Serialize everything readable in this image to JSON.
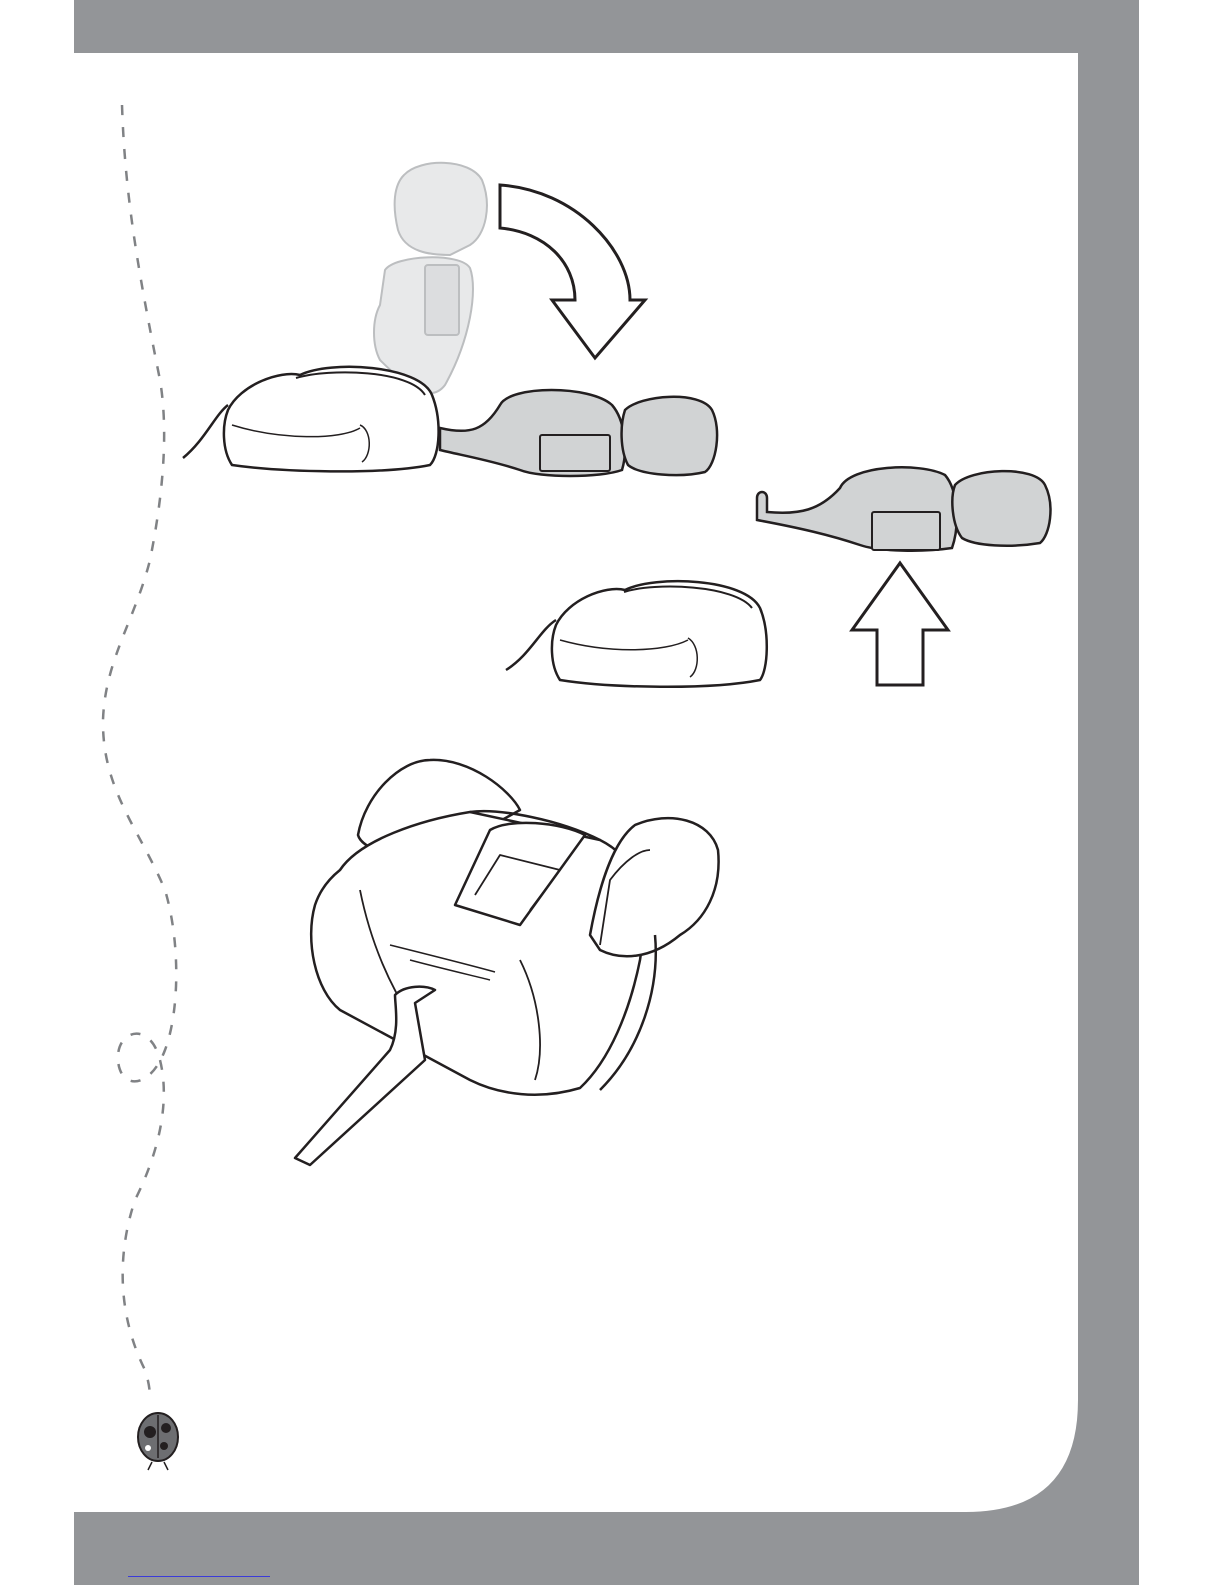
{
  "page": {
    "header_band_color": "#939598",
    "footer_band_color": "#939598",
    "background_color": "#ffffff",
    "illustration_line_color": "#231f20",
    "seat_fill_color": "#ffffff",
    "backrest_fill_color": "#d1d3d4",
    "ghost_fill_color": "#e8e9ea"
  },
  "illustrations": [
    {
      "name": "step-remove-backrest",
      "icon": "fold-down-arrow-icon"
    },
    {
      "name": "step-separate-parts",
      "icon": "lift-up-arrow-icon"
    },
    {
      "name": "booster-seat-only"
    }
  ],
  "mascot": {
    "icon": "ladybug-icon"
  },
  "footer": {
    "link_text": ""
  }
}
